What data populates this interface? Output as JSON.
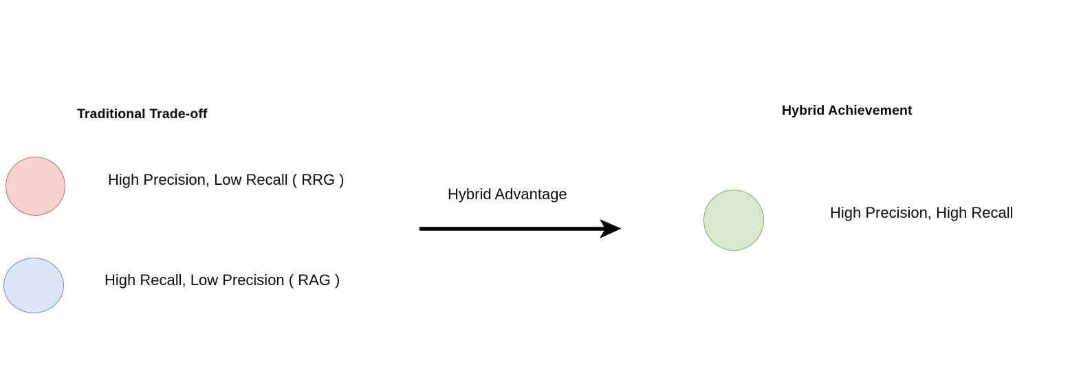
{
  "diagram": {
    "background_color": "#ffffff",
    "groups": [
      {
        "id": "traditional",
        "title": "Traditional Trade-off",
        "nodes": [
          {
            "id": "rrg",
            "label": "High Precision, Low Recall ( RRG )",
            "shape": "circle",
            "fill_color": "#f7d2d1",
            "border_color": "#b5706b"
          },
          {
            "id": "rag",
            "label": "High Recall, Low Precision ( RAG )",
            "shape": "circle",
            "fill_color": "#dde6f7",
            "border_color": "#6b8ac4"
          }
        ]
      },
      {
        "id": "hybrid",
        "title": "Hybrid Achievement",
        "nodes": [
          {
            "id": "hybrid-node",
            "label": "High Precision, High Recall",
            "shape": "circle",
            "fill_color": "#d9e9ce",
            "border_color": "#82ad6b"
          }
        ]
      }
    ],
    "connector": {
      "label": "Hybrid Advantage",
      "direction": "right",
      "color": "#000000",
      "icon": "arrow-right-icon"
    }
  }
}
